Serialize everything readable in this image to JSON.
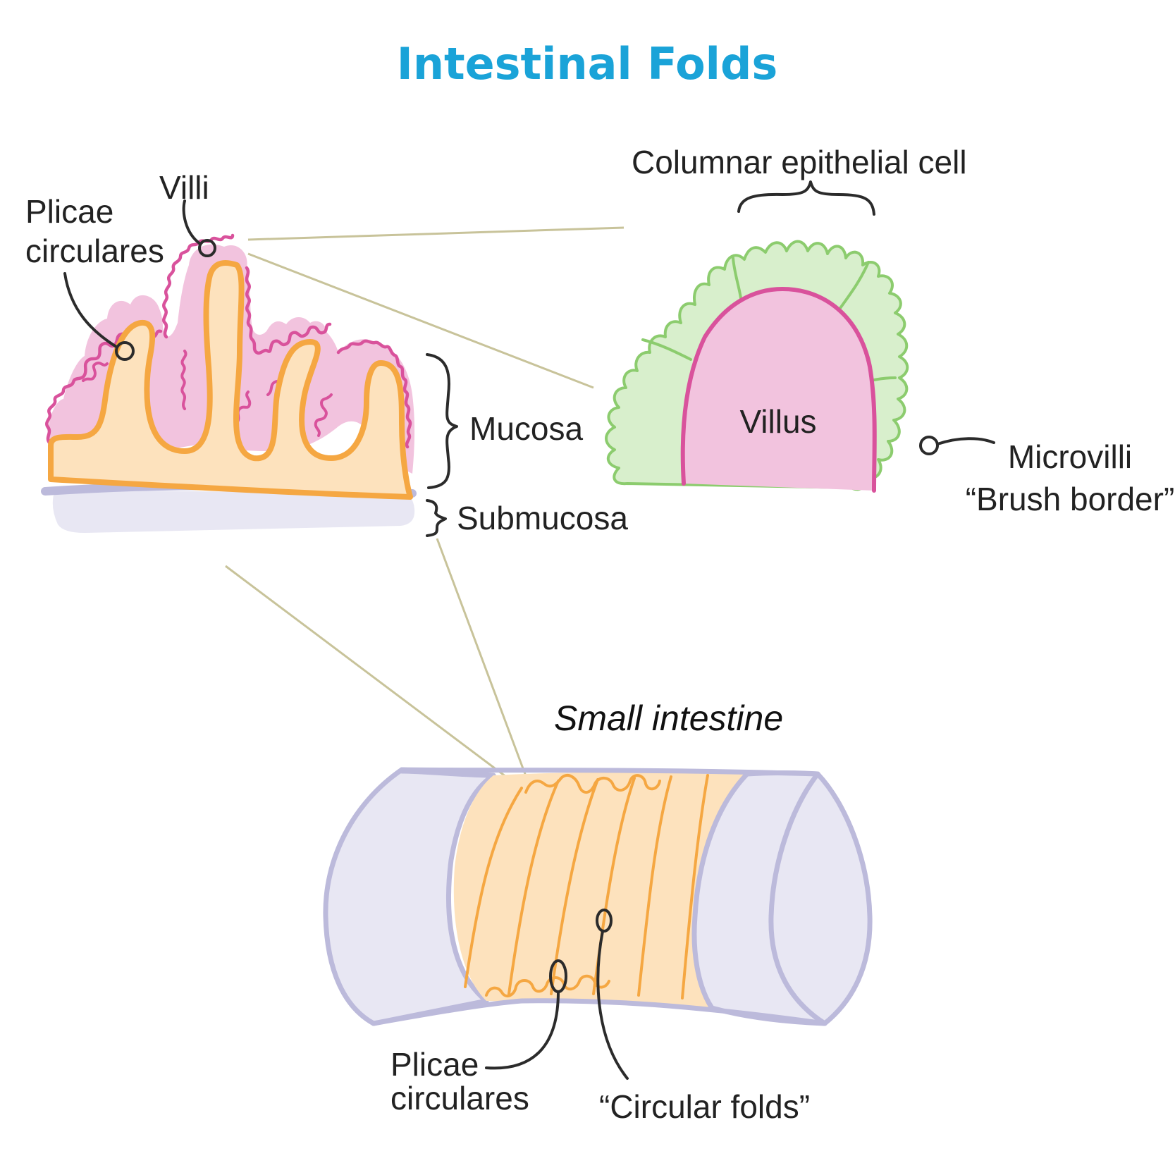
{
  "title": "Intestinal Folds",
  "colors": {
    "title": "#1aa3d8",
    "mucosa_fill": "#fde2bd",
    "mucosa_outline": "#f5a742",
    "villi_outline": "#d9529c",
    "villi_fill": "#f2c3de",
    "microvilli_outline": "#8ccc6e",
    "microvilli_fill": "#d8efcc",
    "submucosa_fill": "#e8e7f3",
    "submucosa_outline": "#bcbadb",
    "guide_line": "#c8c39a",
    "label_ink": "#222222"
  },
  "mucosa_panel": {
    "labels": {
      "villi": "Villi",
      "plicae_line1": "Plicae",
      "plicae_line2": "circulares",
      "mucosa": "Mucosa",
      "submucosa": "Submucosa"
    }
  },
  "villus_panel": {
    "labels": {
      "columnar": "Columnar epithelial cell",
      "villus": "Villus",
      "microvilli_line1": "Microvilli",
      "microvilli_line2": "“Brush border”"
    }
  },
  "intestine_panel": {
    "labels": {
      "title": "Small intestine",
      "plicae_line1": "Plicae",
      "plicae_line2": "circulares",
      "circular_folds": "“Circular folds”"
    }
  }
}
